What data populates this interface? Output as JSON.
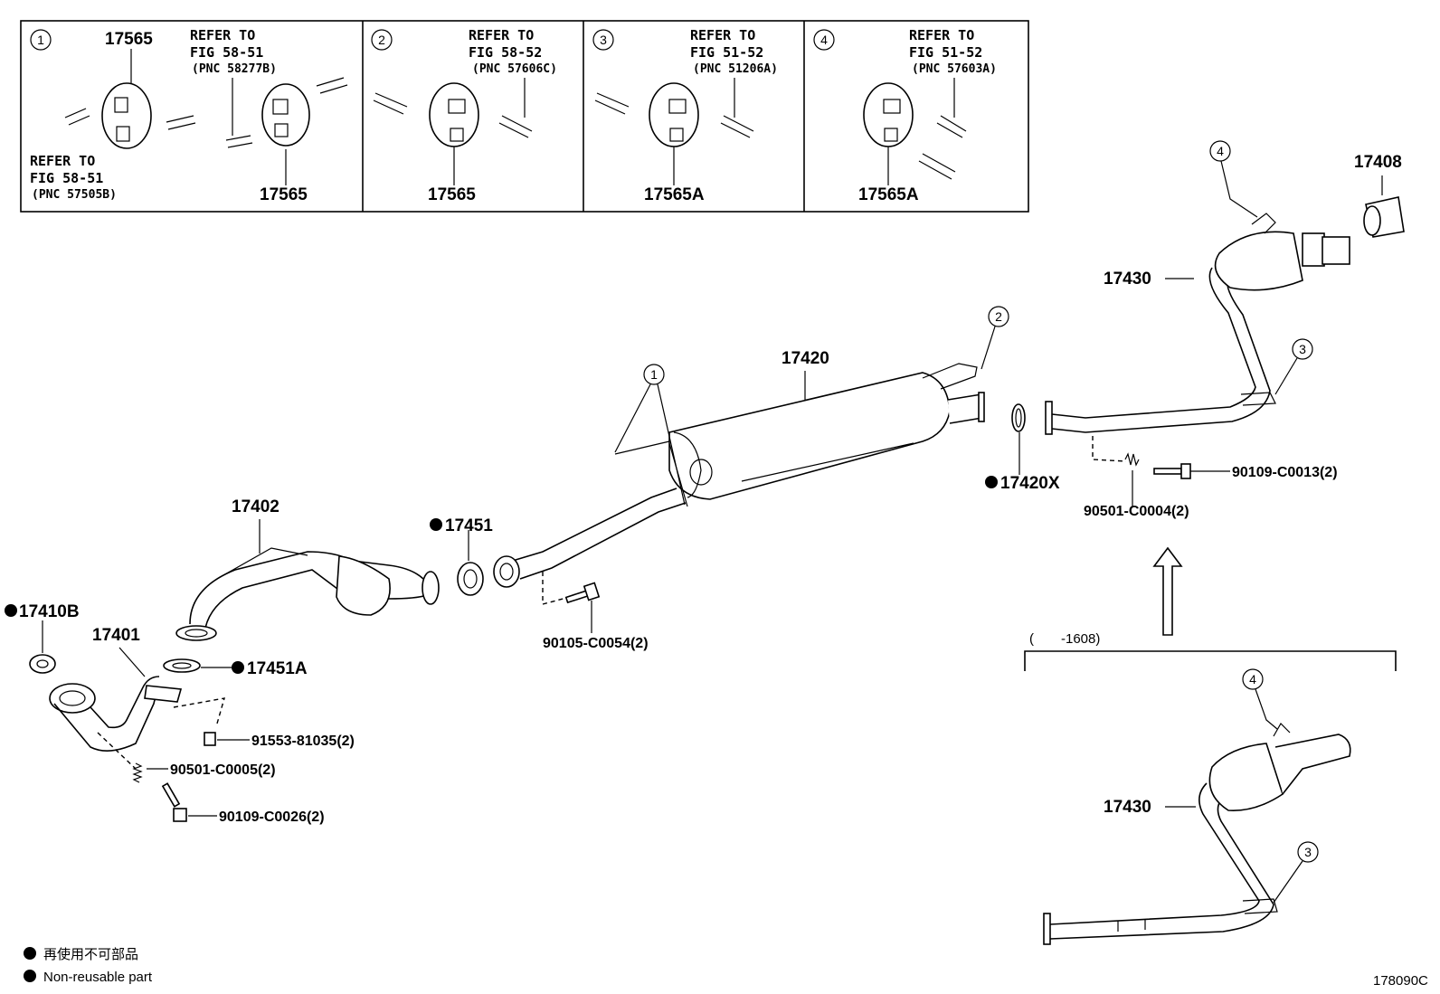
{
  "insets": [
    {
      "num": "1",
      "pn_top": "17565",
      "pn_bottom": "17565",
      "ref_right": [
        "REFER TO",
        "FIG 58-51",
        "(PNC 58277B)"
      ],
      "ref_left": [
        "REFER TO",
        "FIG 58-51",
        "(PNC 57505B)"
      ]
    },
    {
      "num": "2",
      "pn_bottom": "17565",
      "ref_right": [
        "REFER TO",
        "FIG 58-52",
        "(PNC 57606C)"
      ]
    },
    {
      "num": "3",
      "pn_bottom": "17565A",
      "ref_right": [
        "REFER TO",
        "FIG 51-52",
        "(PNC 51206A)"
      ]
    },
    {
      "num": "4",
      "pn_bottom": "17565A",
      "ref_right": [
        "REFER TO",
        "FIG 51-52",
        "(PNC 57603A)"
      ]
    }
  ],
  "parts": {
    "p17420": "17420",
    "p17420x": "17420X",
    "p17402": "17402",
    "p17451": "17451",
    "p17451a": "17451A",
    "p17410b": "17410B",
    "p17401": "17401",
    "p17408": "17408",
    "p17430_top": "17430",
    "p17430_bottom": "17430",
    "b90109_c0013": "90109-C0013(2)",
    "b90501_c0004": "90501-C0004(2)",
    "b90105_c0054": "90105-C0054(2)",
    "b91553_81035": "91553-81035(2)",
    "b90501_c0005": "90501-C0005(2)",
    "b90109_c0026": "90109-C0026(2)"
  },
  "callouts": {
    "c1": "1",
    "c2": "2",
    "c3_top": "3",
    "c4_top": "4",
    "c3_bottom": "3",
    "c4_bottom": "4"
  },
  "date_range": "(　　-1608)",
  "legend": {
    "japanese": "再使用不可部品",
    "english": "Non-reusable part"
  },
  "figure_code": "178090C"
}
